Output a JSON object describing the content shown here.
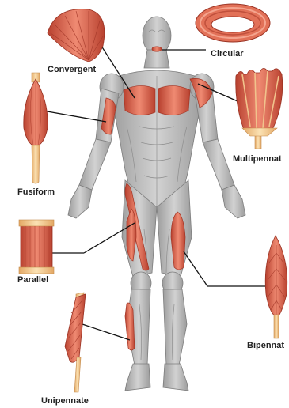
{
  "labels": {
    "convergent": "Convergent",
    "circular": "Circular",
    "fusiform": "Fusiform",
    "multipennat": "Multipennat",
    "parallel": "Parallel",
    "bipennat": "Bipennat",
    "unipennate": "Unipennate"
  },
  "colors": {
    "muscle": "#d9604a",
    "muscle_dark": "#b03a2a",
    "muscle_light": "#ef8f78",
    "tendon": "#f0c98a",
    "body": "#b5b5b5",
    "body_dark": "#8a8a8a",
    "leader": "#111111"
  }
}
